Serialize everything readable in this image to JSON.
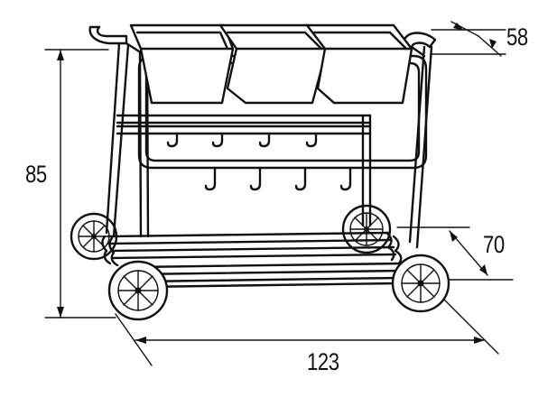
{
  "dimensions": {
    "height": "85",
    "depth": "58",
    "width_depth": "70",
    "length": "123"
  },
  "colors": {
    "line": "#111111",
    "background": "#ffffff"
  }
}
